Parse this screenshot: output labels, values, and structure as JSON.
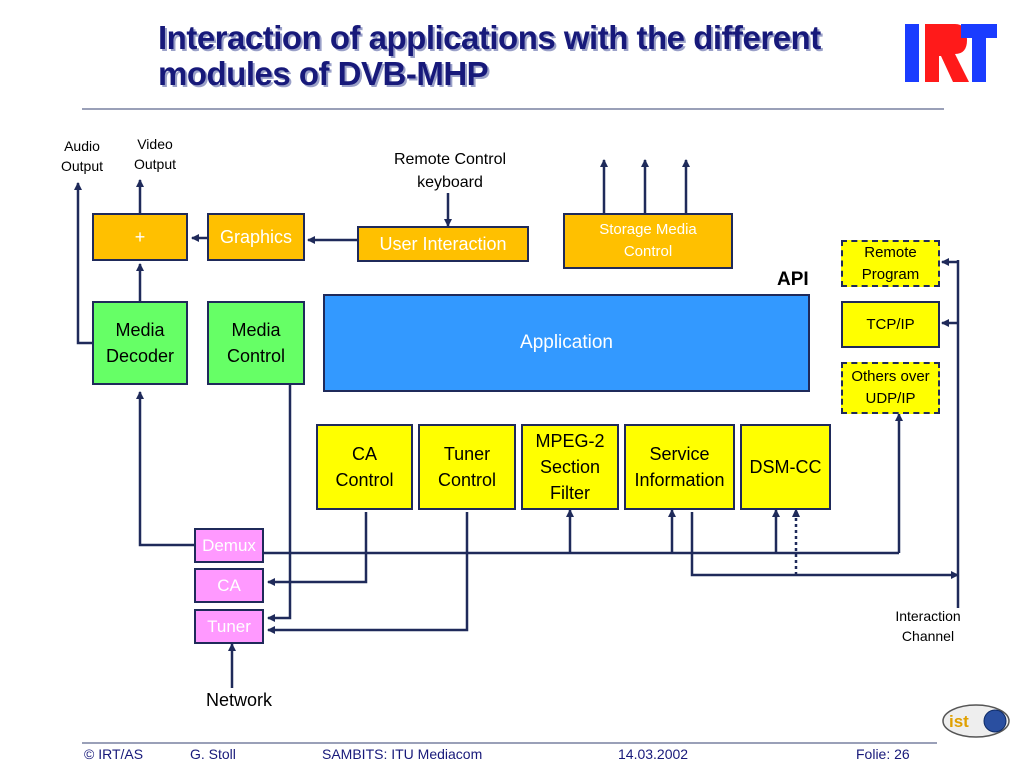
{
  "title": {
    "line1": "Interaction of applications with the different",
    "line2": "modules of DVB-MHP"
  },
  "logo": {
    "text": "IRT",
    "badge_text": "ist"
  },
  "diagram": {
    "labels": {
      "audio_output": "Audio\nOutput",
      "video_output": "Video\nOutput",
      "remote_control": "Remote Control\nkeyboard",
      "api": "API",
      "network": "Network",
      "interaction_channel": "Interaction\nChannel"
    },
    "boxes": {
      "plus": "+",
      "graphics": "Graphics",
      "user_interaction": "User Interaction",
      "storage_media_control": "Storage Media\nControl",
      "media_decoder": "Media\nDecoder",
      "media_control": "Media\nControl",
      "application": "Application",
      "remote_program": "Remote\nProgram",
      "tcp_ip": "TCP/IP",
      "others_udp": "Others over\nUDP/IP",
      "ca_control": "CA\nControl",
      "tuner_control": "Tuner\nControl",
      "mpeg2_filter": "MPEG-2\nSection\nFilter",
      "service_information": "Service\nInformation",
      "dsm_cc": "DSM-CC",
      "demux": "Demux",
      "ca": "CA",
      "tuner": "Tuner"
    },
    "colors": {
      "orange": "#ffc000",
      "green": "#66ff66",
      "blue": "#3399ff",
      "yellow": "#ffff00",
      "pink": "#ff99ff",
      "line": "#1f2a5a",
      "title": "#17197a"
    }
  },
  "footer": {
    "copyright": "© IRT/AS",
    "author": "G.  Stoll",
    "project": "SAMBITS: ITU Mediacom",
    "date": "14.03.2002",
    "folie": "Folie:  26"
  }
}
